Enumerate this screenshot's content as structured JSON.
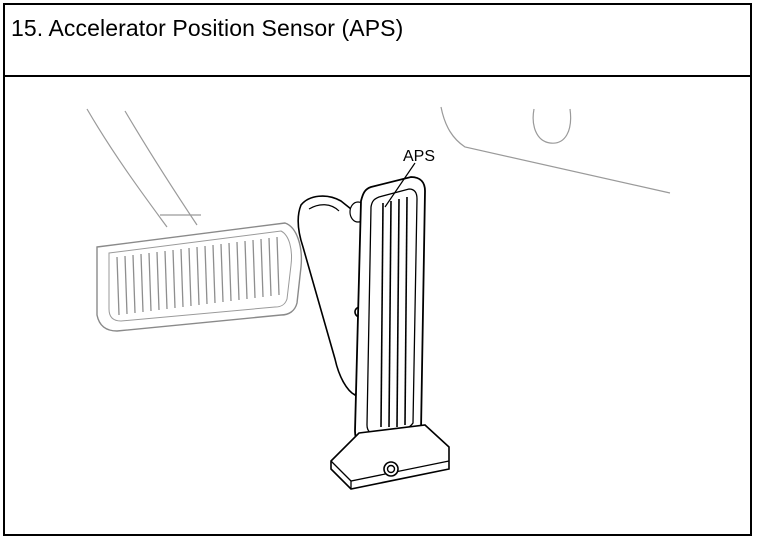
{
  "header": {
    "title": "15. Accelerator Position Sensor (APS)"
  },
  "figure": {
    "callouts": [
      {
        "label": "APS"
      }
    ],
    "parts": [
      "brake-pedal",
      "accelerator-pedal",
      "aps-sensor",
      "floor-mount",
      "dash-panel"
    ]
  }
}
